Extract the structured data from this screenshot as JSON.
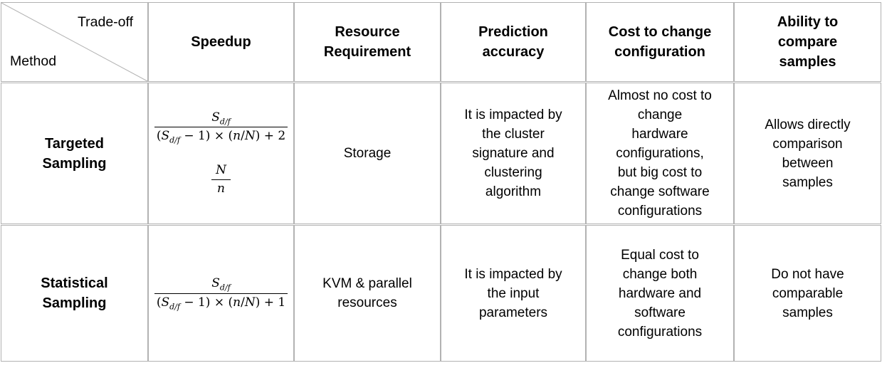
{
  "table": {
    "corner": {
      "top_label": "Trade-off",
      "bottom_label": "Method"
    },
    "headers": [
      "Speedup",
      "Resource Requirement",
      "Prediction accuracy",
      "Cost to change configuration",
      "Ability to compare samples"
    ],
    "rows": [
      {
        "method": "Targeted Sampling",
        "resource": "Storage",
        "prediction": "It is impacted by the cluster signature and clustering algorithm",
        "cost_to_change": "Almost no cost to change hardware configurations, but big cost to change software configurations",
        "compare": "Allows directly comparison between samples"
      },
      {
        "method": "Statistical Sampling",
        "resource": "KVM & parallel resources",
        "prediction": "It is impacted by the input parameters",
        "cost_to_change": "Equal cost to change both hardware and software configurations",
        "compare": "Do not have comparable samples"
      }
    ],
    "formulas": {
      "targeted": {
        "numerator": {
          "base": "S",
          "sub": "d/f"
        },
        "denominator": {
          "pre": "(",
          "base": "S",
          "sub": "d/f",
          "mid": " − 1) × (",
          "n": "n",
          "slash": "/",
          "N": "N",
          "post": ") + 2"
        },
        "ratio": {
          "num": "N",
          "den": "n"
        }
      },
      "statistical": {
        "numerator": {
          "base": "S",
          "sub": "d/f"
        },
        "denominator": {
          "pre": "(",
          "base": "S",
          "sub": "d/f",
          "mid": " − 1) × (",
          "n": "n",
          "slash": "/",
          "N": "N",
          "post": ") + 1"
        }
      }
    },
    "colors": {
      "border": "#b2b2b2",
      "text": "#000000",
      "background": "#ffffff",
      "fraction_bar": "#000000"
    }
  }
}
